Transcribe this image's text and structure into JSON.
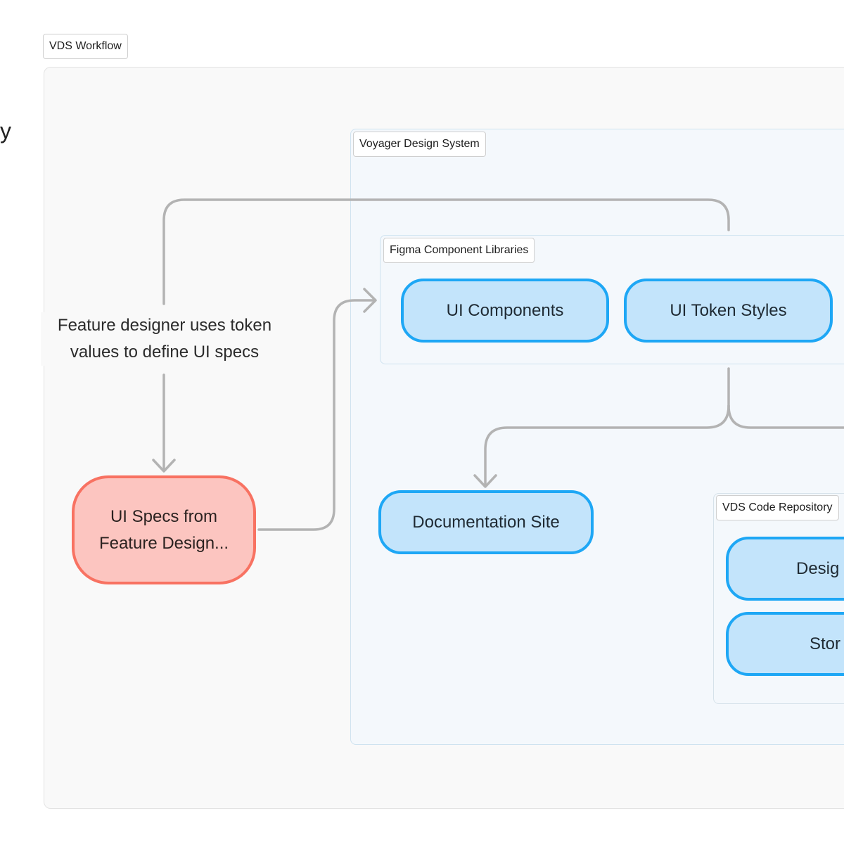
{
  "stray_text": "y",
  "frames": {
    "workflow": "VDS Workflow",
    "design_system": "Voyager Design System",
    "figma_libraries": "Figma Component Libraries",
    "code_repository": "VDS Code Repository"
  },
  "nodes": {
    "ui_components": "UI Components",
    "ui_token_styles": "UI Token Styles",
    "documentation_site": "Documentation Site",
    "ui_specs_line1": "UI Specs from",
    "ui_specs_line2": "Feature Design...",
    "repo_item_1": "Desig",
    "repo_item_2": "Stor"
  },
  "edge_labels": {
    "token_usage_line1": "Feature designer uses token",
    "token_usage_line2": "values to define UI specs"
  },
  "colors": {
    "blue_fill": "#c3e4fb",
    "blue_stroke": "#1ea7f5",
    "red_fill": "#fcc5c0",
    "red_stroke": "#f87262",
    "connector": "#b3b3b3"
  }
}
